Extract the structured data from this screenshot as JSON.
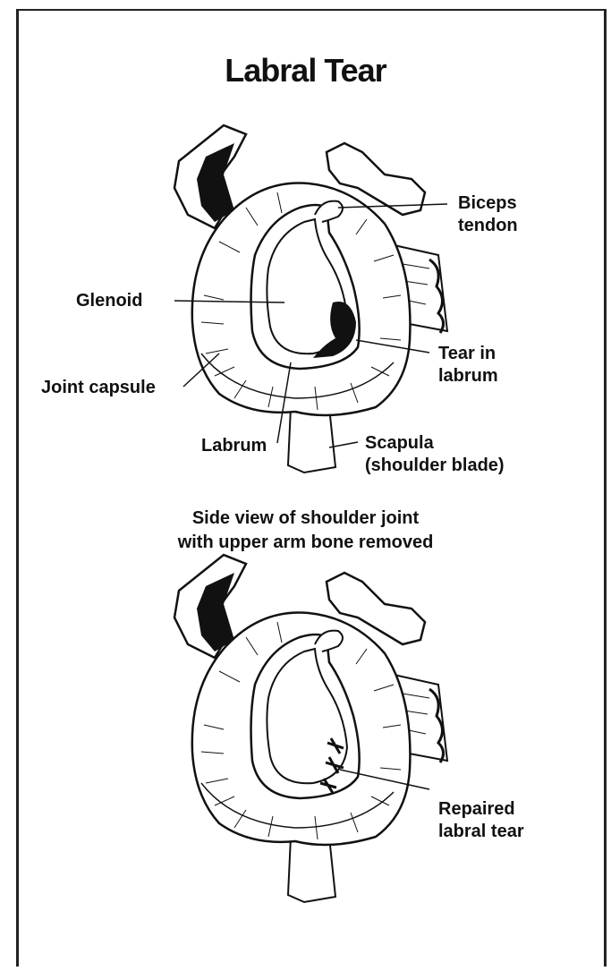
{
  "title": "Labral Tear",
  "labels": {
    "biceps": [
      "Biceps",
      "tendon"
    ],
    "glenoid": "Glenoid",
    "tear": [
      "Tear in",
      "labrum"
    ],
    "joint_capsule": "Joint capsule",
    "labrum": "Labrum",
    "scapula": [
      "Scapula",
      "(shoulder blade)"
    ],
    "repaired": [
      "Repaired",
      "labral tear"
    ]
  },
  "caption": [
    "Side view of shoulder joint",
    "with upper arm bone removed"
  ],
  "colors": {
    "ink": "#111111",
    "background": "#ffffff"
  }
}
